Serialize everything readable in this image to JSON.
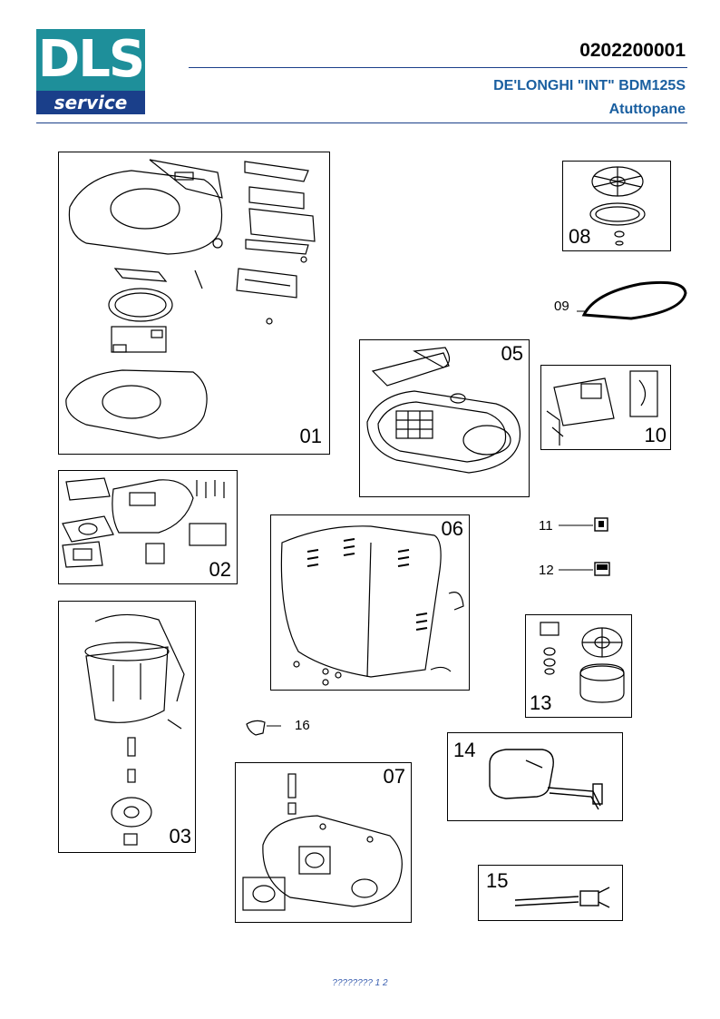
{
  "logo": {
    "letters": "DLS",
    "word": "service"
  },
  "header": {
    "code": "0202200001",
    "model": "DE'LONGHI \"INT\" BDM125S",
    "name": "Atuttopane"
  },
  "parts": {
    "p01": "01",
    "p02": "02",
    "p03": "03",
    "p05": "05",
    "p06": "06",
    "p07": "07",
    "p08": "08",
    "p09": "09",
    "p10": "10",
    "p11": "11",
    "p12": "12",
    "p13": "13",
    "p14": "14",
    "p15": "15",
    "p16": "16"
  },
  "footer": "???????? 1   2",
  "colors": {
    "teal": "#1e8f9a",
    "navy": "#1a3f8a",
    "title_blue": "#1a5fa0"
  }
}
